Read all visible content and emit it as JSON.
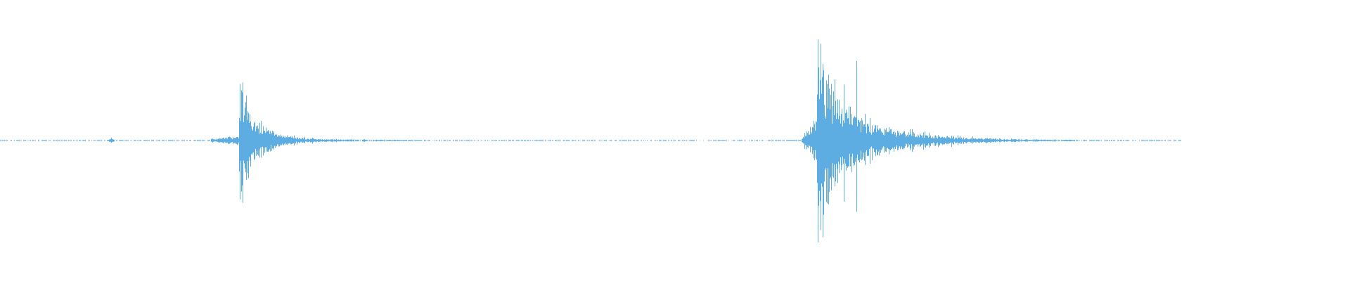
{
  "waveform": {
    "color": "#5dade2",
    "background": "#ffffff",
    "bursts": [
      {
        "name": "burst-1",
        "peak_amplitude": 0.68,
        "decay": "fast"
      },
      {
        "name": "burst-2",
        "peak_amplitude": 0.95,
        "decay": "slow"
      }
    ]
  }
}
